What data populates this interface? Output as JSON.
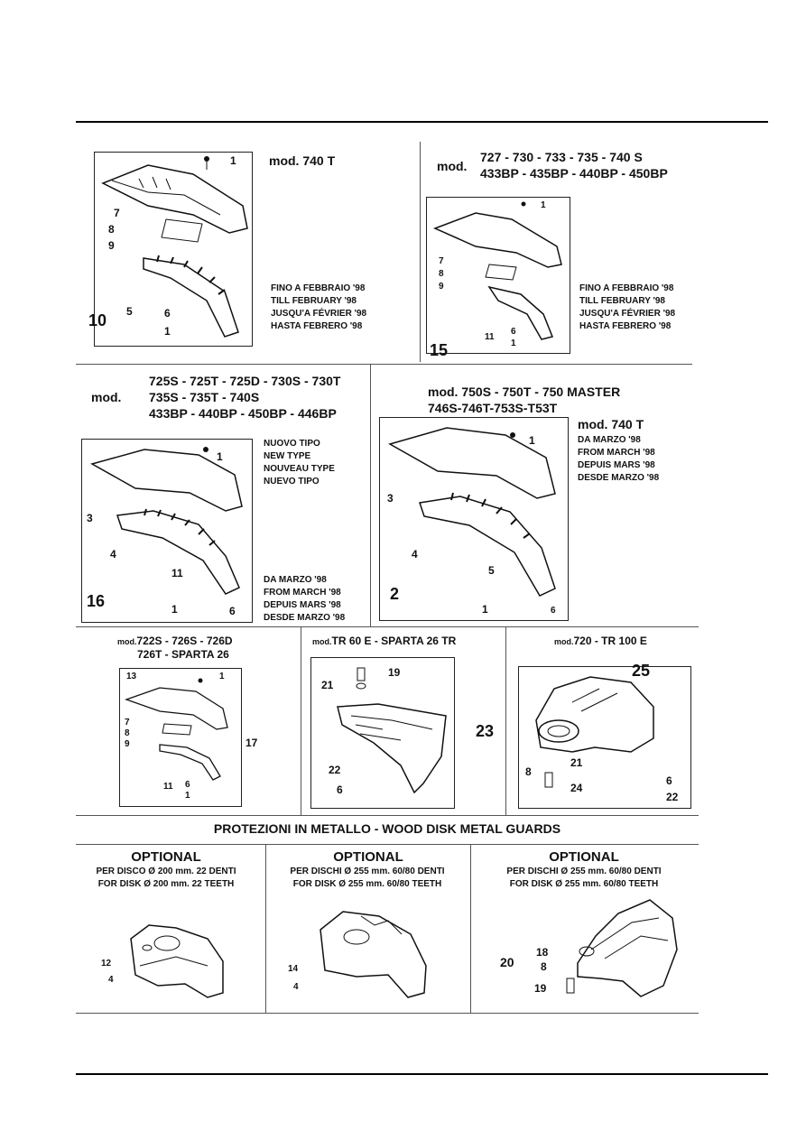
{
  "panels": {
    "p1": {
      "model": "mod. 740 T",
      "notes": [
        "FINO A FEBBRAIO '98",
        "TILL FEBRUARY '98",
        "JUSQU'A FÉVRIER '98",
        "HASTA FEBRERO '98"
      ],
      "callouts": [
        "1",
        "7",
        "8",
        "9",
        "5",
        "6",
        "1",
        "10"
      ]
    },
    "p2": {
      "prefix": "mod.",
      "line1": "727 - 730 - 733 - 735 - 740 S",
      "line2": "433BP - 435BP - 440BP - 450BP",
      "notes": [
        "FINO A FEBBRAIO '98",
        "TILL FEBRUARY '98",
        "JUSQU'A FÉVRIER '98",
        "HASTA FEBRERO '98"
      ],
      "callouts": [
        "1",
        "7",
        "8",
        "9",
        "11",
        "6",
        "1",
        "15"
      ]
    },
    "p3": {
      "prefix": "mod.",
      "line1": "725S - 725T - 725D - 730S - 730T",
      "line2": "735S - 735T - 740S",
      "line3": "433BP - 440BP - 450BP - 446BP",
      "notes_top": [
        "NUOVO TIPO",
        "NEW TYPE",
        "NOUVEAU TYPE",
        "NUEVO TIPO"
      ],
      "notes_bottom": [
        "DA MARZO '98",
        "FROM MARCH '98",
        "DEPUIS MARS '98",
        "DESDE MARZO '98"
      ],
      "callouts": [
        "1",
        "3",
        "4",
        "11",
        "1",
        "6",
        "16"
      ]
    },
    "p4": {
      "line1": "mod. 750S - 750T - 750 MASTER",
      "line2": "746S-746T-753S-T53T",
      "line3": "mod. 740 T",
      "notes": [
        "DA MARZO '98",
        "FROM MARCH '98",
        "DEPUIS MARS '98",
        "DESDE MARZO '98"
      ],
      "callouts": [
        "1",
        "3",
        "4",
        "5",
        "1",
        "6",
        "2"
      ]
    },
    "p5": {
      "prefix": "mod.",
      "line1": "722S - 726S - 726D",
      "line2": "726T - SPARTA 26",
      "callouts": [
        "13",
        "1",
        "7",
        "8",
        "9",
        "17",
        "11",
        "6",
        "1"
      ]
    },
    "p6": {
      "prefix": "mod.",
      "line1": "TR 60 E - SPARTA 26 TR",
      "callouts": [
        "19",
        "21",
        "23",
        "22",
        "6"
      ]
    },
    "p7": {
      "prefix": "mod.",
      "line1": "720 - TR 100 E",
      "callouts": [
        "25",
        "21",
        "8",
        "24",
        "6",
        "22"
      ]
    }
  },
  "metal_guards": {
    "heading": "PROTEZIONI IN METALLO - WOOD DISK METAL GUARDS",
    "options": [
      {
        "title": "OPTIONAL",
        "line1": "PER DISCO Ø 200 mm. 22 DENTI",
        "line2": "FOR DISK Ø 200 mm. 22 TEETH",
        "callouts": [
          "12",
          "4"
        ]
      },
      {
        "title": "OPTIONAL",
        "line1": "PER DISCHI Ø 255 mm. 60/80 DENTI",
        "line2": "FOR DISK Ø 255 mm. 60/80 TEETH",
        "callouts": [
          "14",
          "4"
        ]
      },
      {
        "title": "OPTIONAL",
        "line1": "PER DISCHI Ø 255 mm. 60/80 DENTI",
        "line2": "FOR DISK Ø 255 mm. 60/80 TEETH",
        "callouts": [
          "18",
          "20",
          "8",
          "19"
        ]
      }
    ]
  }
}
